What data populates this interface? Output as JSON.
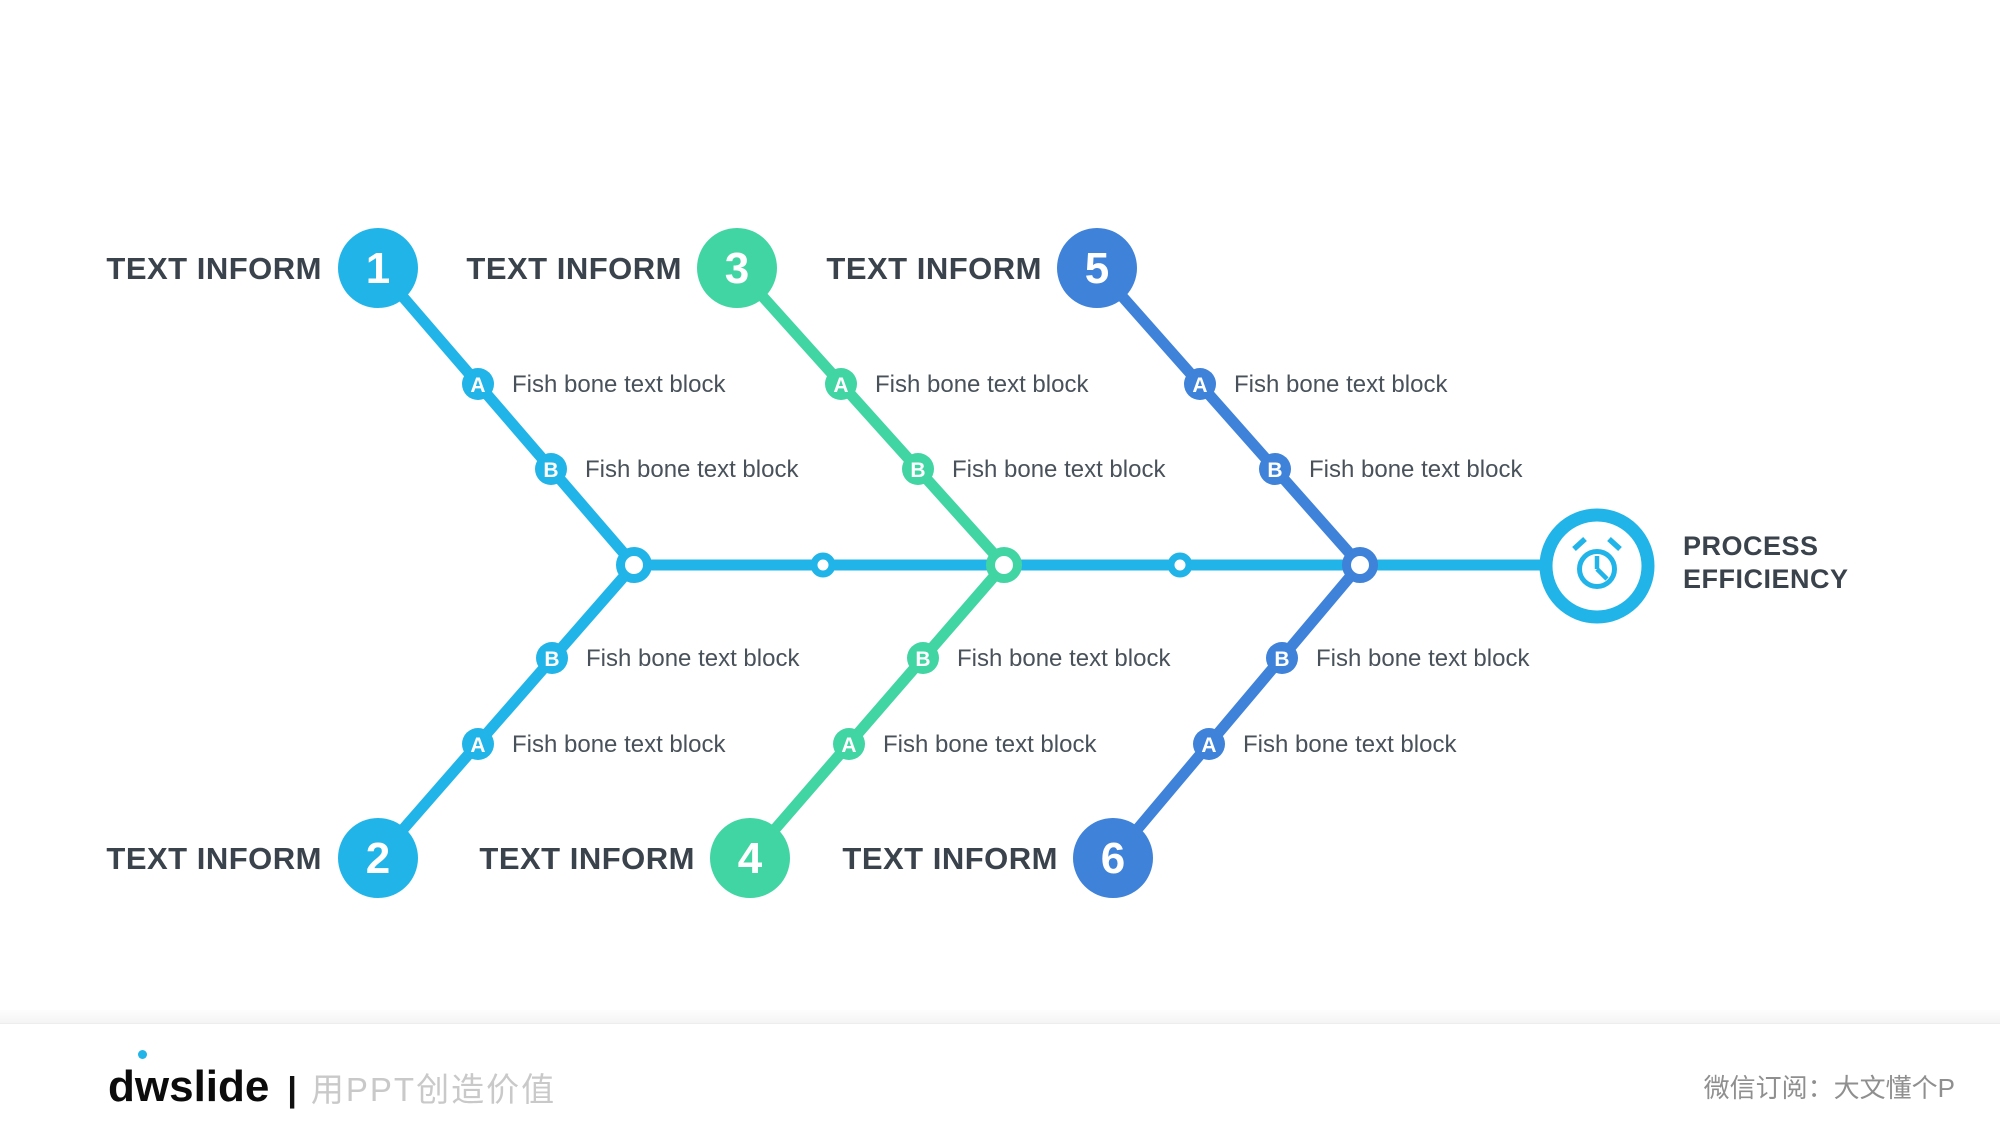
{
  "diagram": {
    "title": "fishbone-diagram",
    "head": {
      "line1": "PROCESS",
      "line2": "EFFICIENCY",
      "icon": "alarm-clock-icon"
    },
    "branches": [
      {
        "number": "1",
        "label": "TEXT INFORM",
        "color": "#21b4e8",
        "side": "top",
        "items": [
          {
            "tag": "A",
            "text": "Fish bone text block"
          },
          {
            "tag": "B",
            "text": "Fish bone text block"
          }
        ]
      },
      {
        "number": "2",
        "label": "TEXT INFORM",
        "color": "#21b4e8",
        "side": "bottom",
        "items": [
          {
            "tag": "A",
            "text": "Fish bone text block"
          },
          {
            "tag": "B",
            "text": "Fish bone text block"
          }
        ]
      },
      {
        "number": "3",
        "label": "TEXT INFORM",
        "color": "#41d5a4",
        "side": "top",
        "items": [
          {
            "tag": "A",
            "text": "Fish bone text block"
          },
          {
            "tag": "B",
            "text": "Fish bone text block"
          }
        ]
      },
      {
        "number": "4",
        "label": "TEXT INFORM",
        "color": "#41d5a4",
        "side": "bottom",
        "items": [
          {
            "tag": "A",
            "text": "Fish bone text block"
          },
          {
            "tag": "B",
            "text": "Fish bone text block"
          }
        ]
      },
      {
        "number": "5",
        "label": "TEXT INFORM",
        "color": "#3e82da",
        "side": "top",
        "items": [
          {
            "tag": "A",
            "text": "Fish bone text block"
          },
          {
            "tag": "B",
            "text": "Fish bone text block"
          }
        ]
      },
      {
        "number": "6",
        "label": "TEXT INFORM",
        "color": "#3e82da",
        "side": "bottom",
        "items": [
          {
            "tag": "A",
            "text": "Fish bone text block"
          },
          {
            "tag": "B",
            "text": "Fish bone text block"
          }
        ]
      }
    ],
    "colors": {
      "cyan": "#21b4e8",
      "green": "#41d5a4",
      "blue": "#3e82da",
      "heading": "#3a424c",
      "body_text": "#49525b"
    }
  },
  "footer": {
    "logo": "dwslide",
    "separator": "|",
    "tagline": "用PPT创造价值",
    "wechat": "微信订阅：大文懂个P"
  }
}
